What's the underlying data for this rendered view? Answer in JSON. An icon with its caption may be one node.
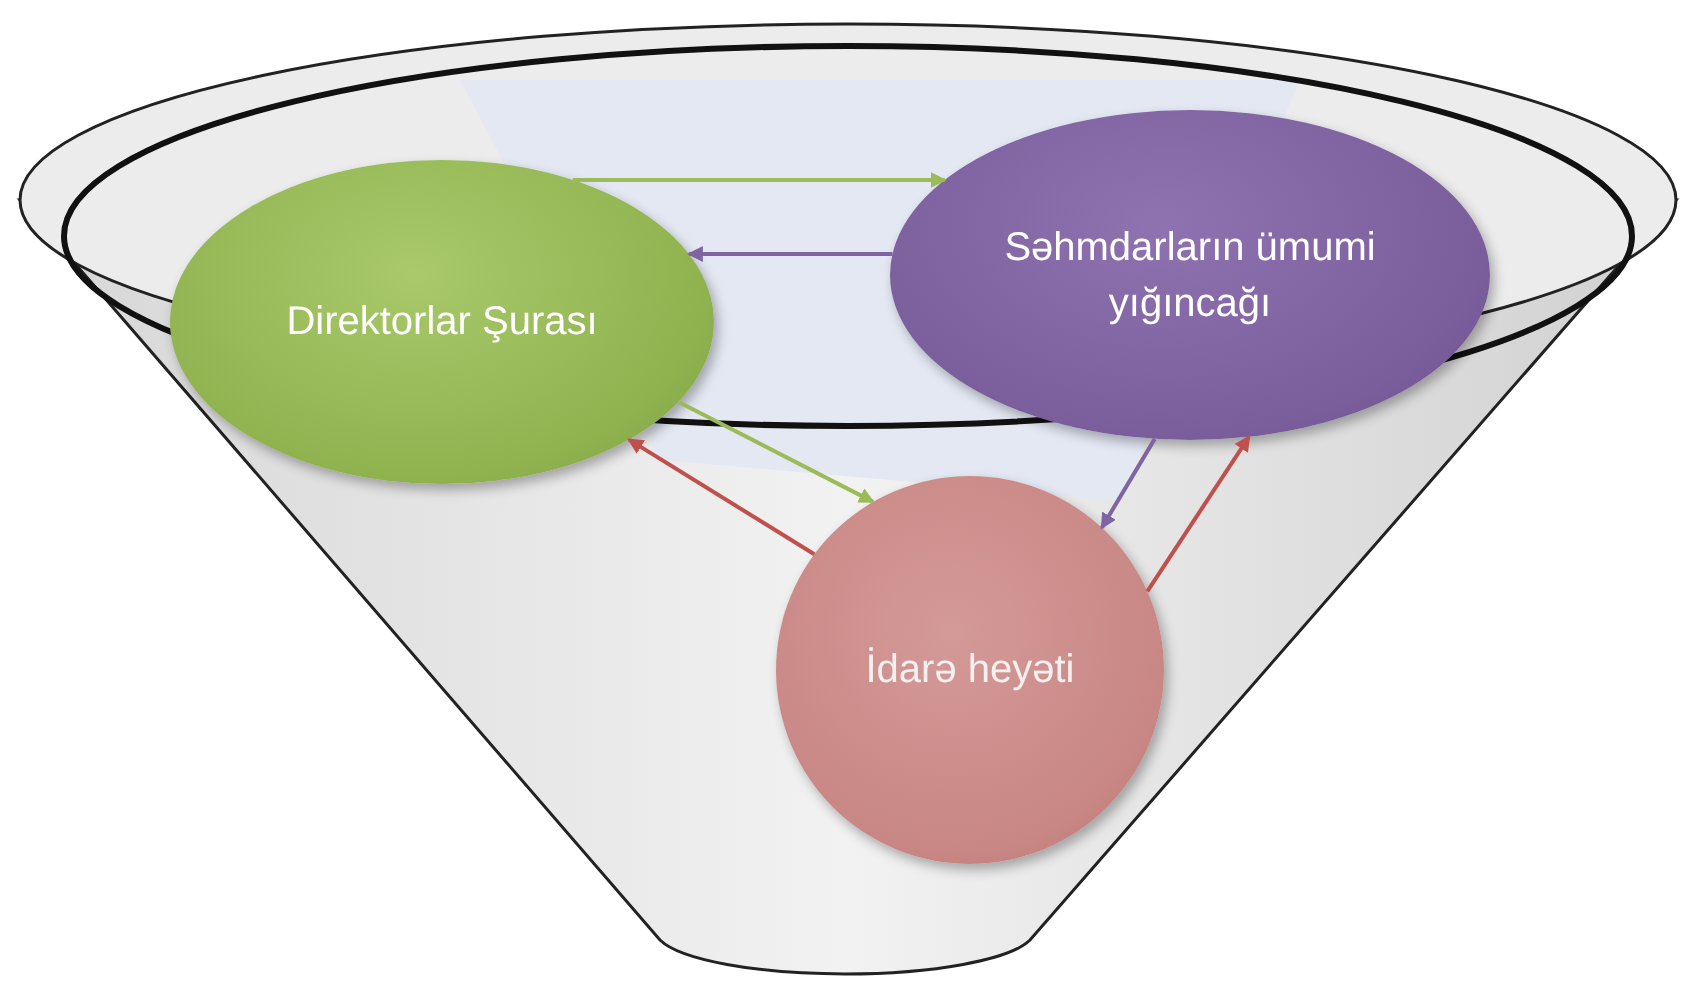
{
  "diagram": {
    "nodes": [
      {
        "text": [
          "Direktorlar Şurası"
        ]
      },
      {
        "text": [
          "Səhmdarların ümumi yığıncağı"
        ]
      },
      {
        "text": [
          "İdarə heyəti"
        ]
      }
    ],
    "edges": [
      {
        "from": 0,
        "to": 1,
        "arrow": "to",
        "color": "#9bbb59"
      },
      {
        "from": 1,
        "to": 0,
        "arrow": "to",
        "color": "#8064a2"
      },
      {
        "from": 0,
        "to": 2,
        "arrow": "to",
        "color": "#9bbb59"
      },
      {
        "from": 1,
        "to": 2,
        "arrow": "to",
        "color": "#8064a2"
      },
      {
        "from": 2,
        "to": 0,
        "arrow": "to",
        "color": "#c0504d"
      },
      {
        "from": 2,
        "to": 1,
        "arrow": "to",
        "color": "#c0504d"
      }
    ]
  }
}
